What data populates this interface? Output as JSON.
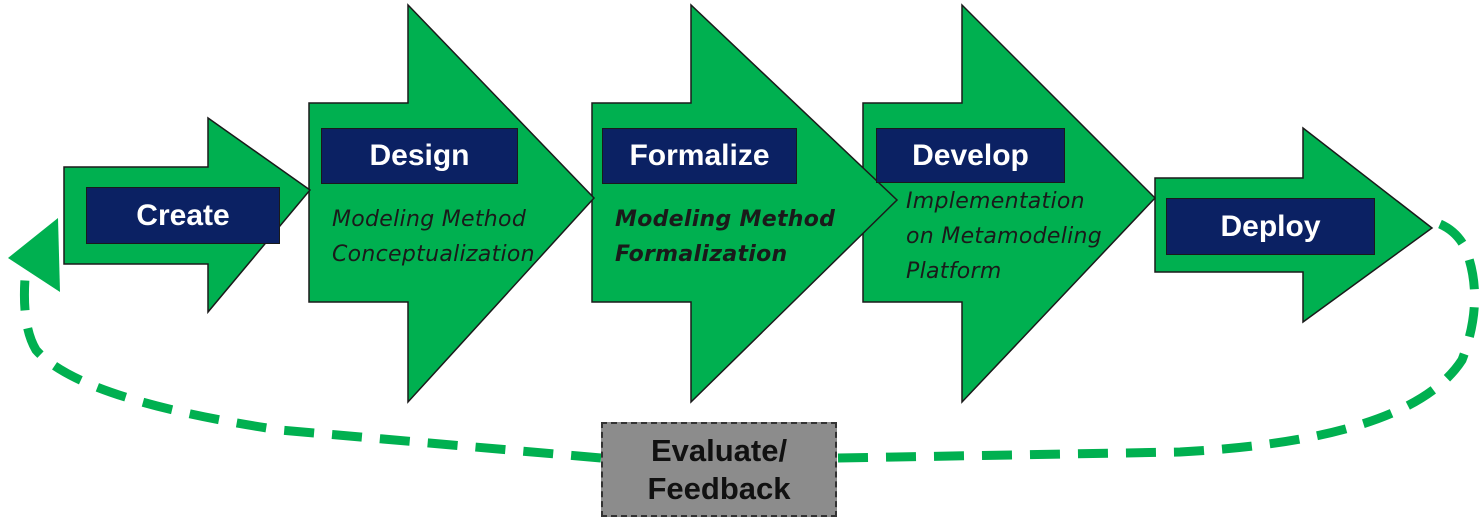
{
  "colors": {
    "arrow_fill": "#00b050",
    "label_fill": "#0b2163",
    "label_text": "#ffffff",
    "feedback_fill": "#8c8c8c",
    "loop_stroke": "#00b050"
  },
  "steps": [
    {
      "label": "Create",
      "description": []
    },
    {
      "label": "Design",
      "description": [
        "Modeling Method",
        "Conceptualization"
      ]
    },
    {
      "label": "Formalize",
      "description": [
        "Modeling Method",
        "Formalization"
      ],
      "description_bold": true
    },
    {
      "label": "Develop",
      "description": [
        "Implementation",
        "on Metamodeling",
        "Platform"
      ]
    },
    {
      "label": "Deploy",
      "description": []
    }
  ],
  "feedback": {
    "lines": [
      "Evaluate/",
      "Feedback"
    ]
  }
}
